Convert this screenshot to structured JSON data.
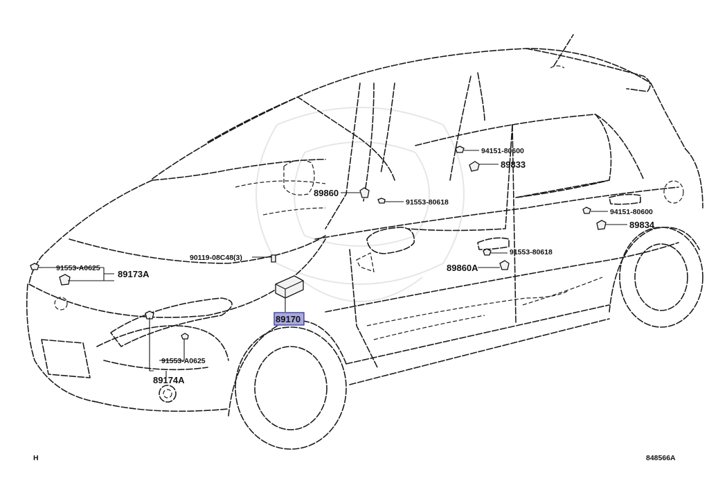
{
  "labels": {
    "p94151_80600_rear": "94151-80600",
    "p89833": "89833",
    "p89860": "89860",
    "p91553_80618_front": "91553-80618",
    "p94151_80600_right": "94151-80600",
    "p89834": "89834",
    "p91553_80618_rear": "91553-80618",
    "p89860A": "89860A",
    "p90119": "90119-08C48(3)",
    "p91553_A0625_top": "91553-A0625",
    "p89173A": "89173A",
    "p89170": "89170",
    "p91553_A0625_bottom": "91553-A0625",
    "p89174A": "89174A"
  },
  "footer": {
    "left_code": "H",
    "right_code": "848566A"
  },
  "highlight": {
    "part": "89170",
    "fill_color": "#a9a9df"
  }
}
